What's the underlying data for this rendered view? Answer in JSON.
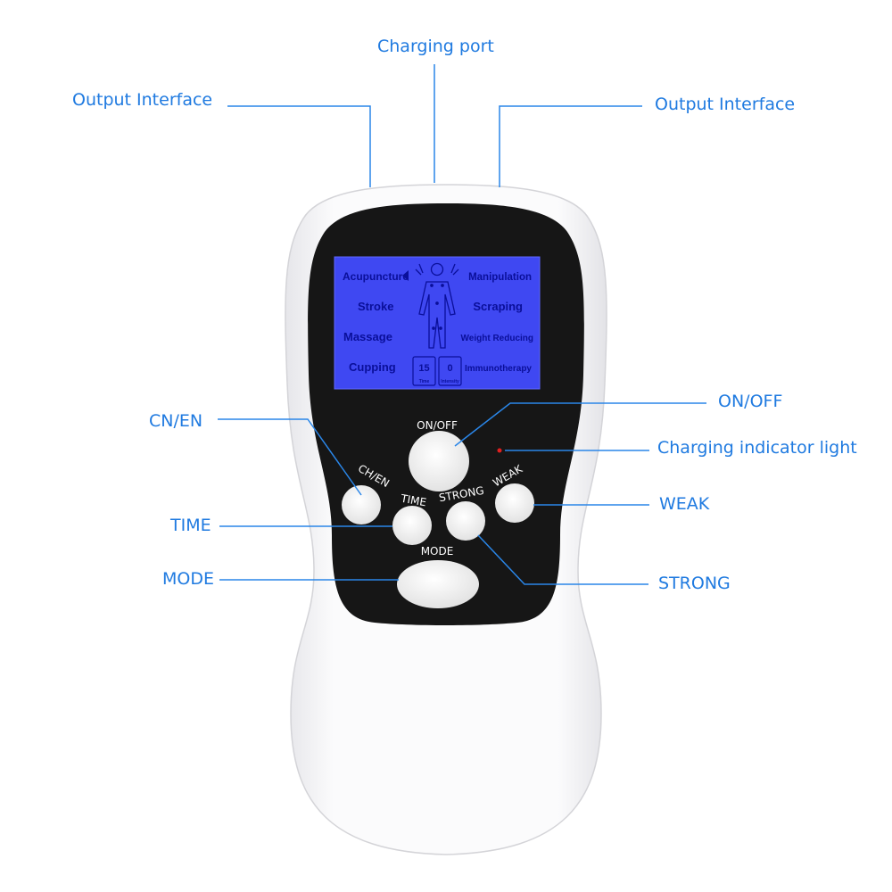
{
  "callouts": {
    "charging_port": "Charging port",
    "output_left": "Output Interface",
    "output_right": "Output Interface",
    "cn_en": "CN/EN",
    "on_off": "ON/OFF",
    "charging_light": "Charging indicator light",
    "weak": "WEAK",
    "time": "TIME",
    "strong": "STRONG",
    "mode": "MODE"
  },
  "device_buttons": {
    "on_off": "ON/OFF",
    "ch_en": "CH/EN",
    "time": "TIME",
    "strong": "STRONG",
    "weak": "WEAK",
    "mode": "MODE"
  },
  "lcd": {
    "modes_left": [
      "Acupuncture",
      "Stroke",
      "Massage",
      "Cupping"
    ],
    "modes_right": [
      "Manipulation",
      "Scraping",
      "Weight Reducing",
      "Immunotherapy"
    ],
    "time_value": "15",
    "time_label": "Time",
    "intensity_value": "0",
    "intensity_label": "Intensity"
  },
  "colors": {
    "callout_text": "#1f7ae0",
    "leader_line": "#2a86e8",
    "lcd_background": "#3f48f2",
    "device_face": "#161616",
    "device_shell": "#f4f4f6",
    "indicator_light": "#e02020"
  },
  "icons": {
    "selected_mode_marker": "left-triangle-icon",
    "body_figure": "human-body-icon"
  }
}
